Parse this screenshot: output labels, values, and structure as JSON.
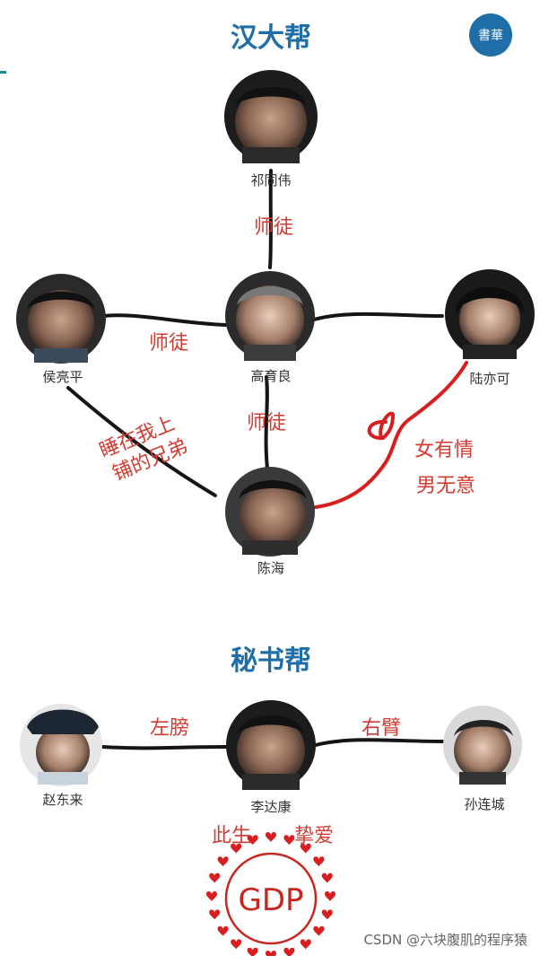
{
  "groups": {
    "han": {
      "title": "汉大帮"
    },
    "secretary": {
      "title": "秘书帮"
    }
  },
  "logo": {
    "text": "書華",
    "color": "#1f6ea8"
  },
  "people": {
    "qi": {
      "name": "祁同伟"
    },
    "hou": {
      "name": "侯亮平"
    },
    "gao": {
      "name": "高育良"
    },
    "lu": {
      "name": "陆亦可"
    },
    "chen": {
      "name": "陈海"
    },
    "zhao": {
      "name": "赵东来"
    },
    "li": {
      "name": "李达康"
    },
    "sun": {
      "name": "孙连城"
    }
  },
  "relations": {
    "qi_gao": "师徒",
    "hou_gao": "师徒",
    "gao_chen": "师徒",
    "hou_chen": [
      "睡在我上",
      "铺的兄弟"
    ],
    "lu_chen": [
      "女有情",
      "男无意"
    ],
    "zhao_li": "左膀",
    "li_sun": "右臂",
    "li_gdp": [
      "此生",
      "挚爱"
    ]
  },
  "gdp": {
    "label": "GDP"
  },
  "watermark": {
    "text": "CSDN @六块腹肌的程序猿"
  },
  "colors": {
    "title_blue": "#1f6ea8",
    "relation_red": "#d23c32",
    "edge_black": "#151515",
    "edge_red": "#d81e1e"
  }
}
